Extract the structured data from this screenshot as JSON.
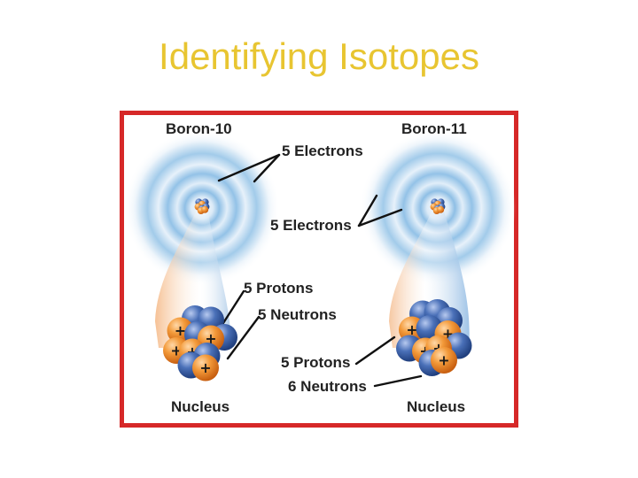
{
  "slide": {
    "title": "Identifying Isotopes"
  },
  "diagram": {
    "border_color": "#d62828",
    "left_atom": {
      "name": "Boron-10",
      "electrons_label": "5 Electrons",
      "protons_label": "5 Protons",
      "neutrons_label": "5 Neutrons",
      "nucleus_label": "Nucleus",
      "protons": 5,
      "neutrons": 5
    },
    "right_atom": {
      "name": "Boron-11",
      "electrons_label": "5 Electrons",
      "protons_label": "5 Protons",
      "neutrons_label": "6 Neutrons",
      "nucleus_label": "Nucleus",
      "protons": 5,
      "neutrons": 6
    },
    "colors": {
      "proton": "#f08a24",
      "neutron": "#3b62a8",
      "cloud": "#7db4e0"
    },
    "proton_symbol": "+"
  }
}
